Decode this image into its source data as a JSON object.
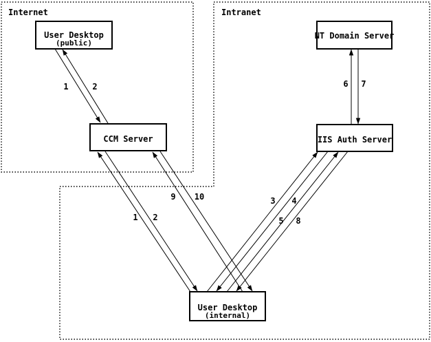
{
  "diagram": {
    "type": "network-auth-flow-diagram",
    "colors": {
      "ink": "#000000",
      "paper": "#ffffff"
    },
    "zones": {
      "internet": {
        "label": "Internet"
      },
      "intranet": {
        "label": "Intranet"
      }
    },
    "nodes": {
      "ud_public": {
        "title": "User Desktop",
        "subtitle": "(public)"
      },
      "ccm": {
        "title": "CCM Server"
      },
      "nt_domain": {
        "title": "NT Domain Server"
      },
      "iis_auth": {
        "title": "IIS Auth Server"
      },
      "ud_internal": {
        "title": "User Desktop",
        "subtitle": "(internal)"
      }
    },
    "edges": [
      {
        "label": "1",
        "from": "ud_public",
        "to": "ccm"
      },
      {
        "label": "2",
        "from": "ccm",
        "to": "ud_public"
      },
      {
        "label": "1",
        "from": "ud_internal",
        "to": "ccm"
      },
      {
        "label": "2",
        "from": "ccm",
        "to": "ud_internal"
      },
      {
        "label": "9",
        "from": "ud_internal",
        "to": "ccm"
      },
      {
        "label": "10",
        "from": "ccm",
        "to": "ud_internal"
      },
      {
        "label": "3",
        "from": "ud_internal",
        "to": "iis_auth"
      },
      {
        "label": "4",
        "from": "iis_auth",
        "to": "ud_internal"
      },
      {
        "label": "5",
        "from": "ud_internal",
        "to": "iis_auth"
      },
      {
        "label": "8",
        "from": "iis_auth",
        "to": "ud_internal"
      },
      {
        "label": "6",
        "from": "iis_auth",
        "to": "nt_domain"
      },
      {
        "label": "7",
        "from": "nt_domain",
        "to": "iis_auth"
      }
    ]
  }
}
